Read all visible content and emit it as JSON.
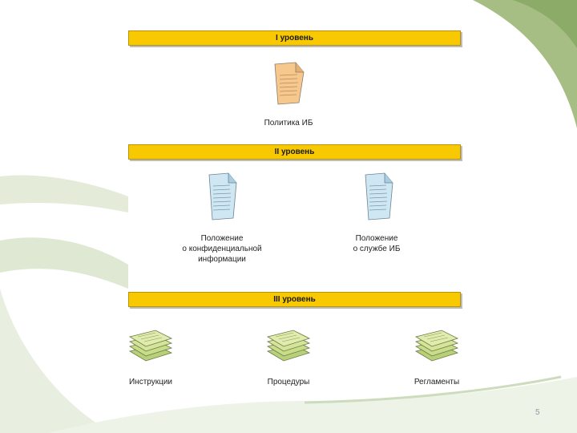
{
  "colors": {
    "bar": "#f8c800",
    "bar_border": "#b8940a",
    "doc_orange": "#f6c88e",
    "doc_blue": "#cfe7f3",
    "doc_green": "#cfe39a",
    "swoosh": "#a6be84"
  },
  "level1": {
    "title": "I уровень",
    "doc": {
      "label": "Политика ИБ",
      "icon": "document-icon-orange"
    }
  },
  "level2": {
    "title": "II уровень",
    "docs": [
      {
        "label1": "Положение",
        "label2": "о конфиденциальной",
        "label3": "информации",
        "icon": "document-icon-blue"
      },
      {
        "label1": "Положение",
        "label2": "о службе ИБ",
        "icon": "document-icon-blue"
      }
    ]
  },
  "level3": {
    "title": "III уровень",
    "docs": [
      {
        "label": "Инструкции",
        "icon": "document-stack-icon-green"
      },
      {
        "label": "Процедуры",
        "icon": "document-stack-icon-green"
      },
      {
        "label": "Регламенты",
        "icon": "document-stack-icon-green"
      }
    ]
  },
  "page_number": "5"
}
